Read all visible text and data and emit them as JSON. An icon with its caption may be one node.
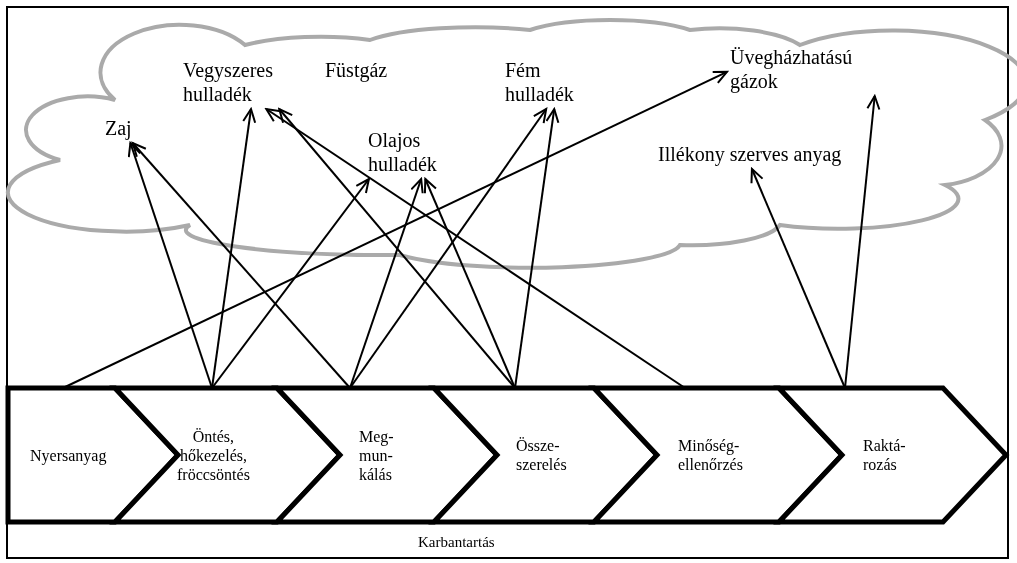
{
  "diagram": {
    "nodes": [
      {
        "text": [],
        "shape": "cloud"
      },
      {
        "text": [
          "Zaj"
        ],
        "in": 0
      },
      {
        "text": [
          "Vegyszeres hulladék"
        ],
        "in": 0
      },
      {
        "text": [
          "Füstgáz"
        ],
        "in": 0
      },
      {
        "text": [
          "Olajos hulladék"
        ],
        "in": 0
      },
      {
        "text": [
          "Fém hulladék"
        ],
        "in": 0
      },
      {
        "text": [
          "Üvegházhatású gázok"
        ],
        "in": 0
      },
      {
        "text": [
          "Illékony szerves anyag"
        ],
        "in": 0
      },
      {
        "text": [
          "Nyersanyag"
        ]
      },
      {
        "text": [
          "Öntés, hőkezelés, fröccsöntés"
        ]
      },
      {
        "text": [
          "Meg- mun- kálás"
        ]
      },
      {
        "text": [
          "Össze- szerelés"
        ]
      },
      {
        "text": [
          "Minőség- ellenőrzés"
        ]
      },
      {
        "text": [
          "Raktá- rozás"
        ]
      }
    ],
    "edges": [
      {
        "from": 8,
        "to": 6,
        "arrow": "to"
      },
      {
        "from": 9,
        "to": 1,
        "arrow": "to"
      },
      {
        "from": 9,
        "to": 2,
        "arrow": "to"
      },
      {
        "from": 9,
        "to": 4,
        "arrow": "to"
      },
      {
        "from": 10,
        "to": 1,
        "arrow": "to"
      },
      {
        "from": 10,
        "to": 4,
        "arrow": "to"
      },
      {
        "from": 10,
        "to": 5,
        "arrow": "to"
      },
      {
        "from": 11,
        "to": 2,
        "arrow": "to"
      },
      {
        "from": 11,
        "to": 4,
        "arrow": "to"
      },
      {
        "from": 11,
        "to": 5,
        "arrow": "to"
      },
      {
        "from": 12,
        "to": 2,
        "arrow": "to"
      },
      {
        "from": 13,
        "to": 7,
        "arrow": "to"
      },
      {
        "from": 13,
        "to": 6,
        "arrow": "to"
      }
    ],
    "labels": [
      "Karbantartás"
    ]
  }
}
